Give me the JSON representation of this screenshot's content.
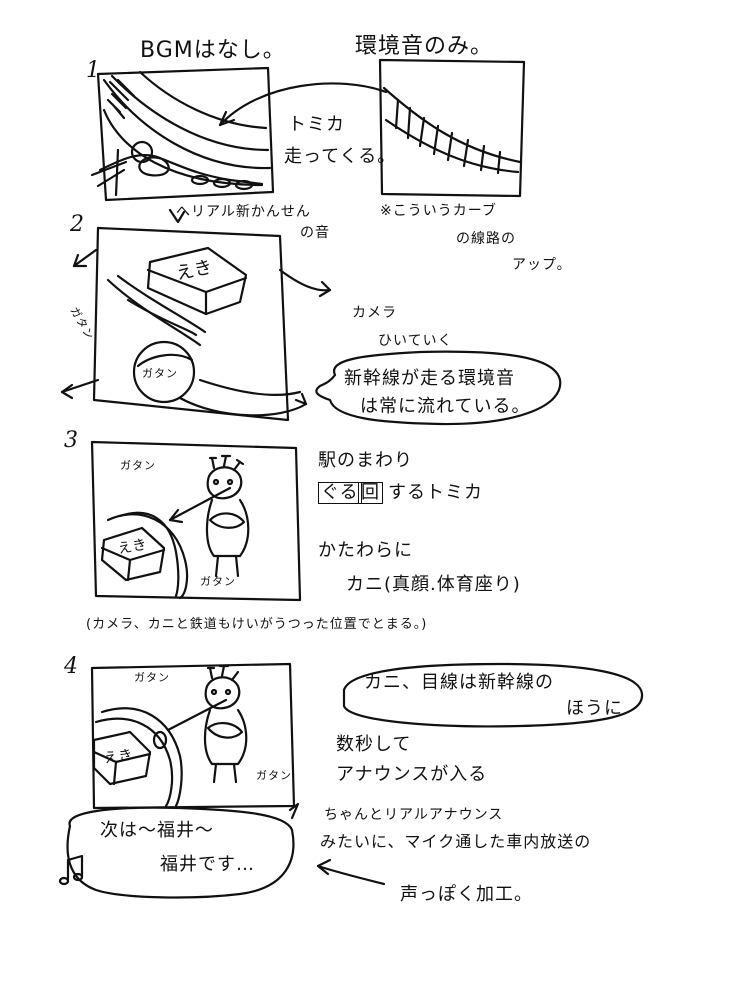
{
  "header": {
    "bgm_note": "BGMはなし。",
    "ambient_note": "環境音のみ。"
  },
  "panel_1": {
    "number": "1",
    "tomica_note_1": "トミカ",
    "tomica_note_2": "走ってくる。",
    "sound_note_1": "へリアル新かんせん",
    "sound_note_2": "の音",
    "closeup_note_1": "※こういうカーブ",
    "closeup_note_2": "の線路の",
    "closeup_note_3": "アップ。"
  },
  "panel_2": {
    "number": "2",
    "station_label": "えき",
    "sfx_left": "ガタン",
    "sfx_circle": "ガタン",
    "camera_note_1": "カメラ",
    "camera_note_2": "ひいていく",
    "bubble_line_1": "新幹線が走る環境音",
    "bubble_line_2": "は常に流れている。"
  },
  "panel_3": {
    "number": "3",
    "station_label": "えき",
    "sfx_top": "ガタン",
    "sfx_bottom": "ガタン",
    "note_1": "駅のまわり",
    "note_2_boxed_1": "ぐる",
    "note_2_boxed_2": "回",
    "note_2_rest": "するトミカ",
    "note_3": "かたわらに",
    "note_4": "カニ(真顔.体育座り)",
    "camera_note": "(カメラ、カニと鉄道もけいがうつった位置でとまる。)"
  },
  "panel_4": {
    "number": "4",
    "station_label": "えき",
    "sfx_top": "ガタン",
    "sfx_right": "ガタン",
    "bubble_line_1": "カニ、目線は新幹線の",
    "bubble_line_2": "ほうに",
    "note_1": "数秒して",
    "note_2": "アナウンスが入る",
    "note_3": "ちゃんとリアルアナウンス",
    "note_4": "みたいに、マイク通した車内放送の",
    "note_5": "声っぽく加工。",
    "announce_1": "次は〜福井〜",
    "announce_2": "福井です…"
  }
}
